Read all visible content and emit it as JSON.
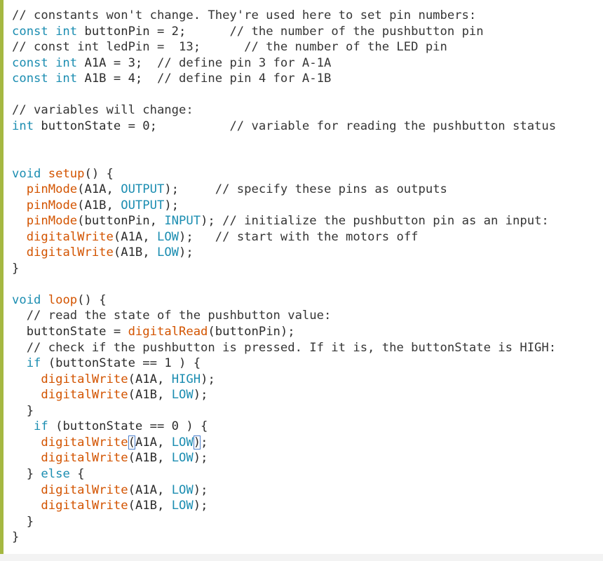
{
  "editor": {
    "colors": {
      "gutter": "#a5b841",
      "keyword": "#1b8db1",
      "function": "#d35400",
      "constant": "#1b8db1",
      "comment": "#353535",
      "text": "#2b2b2b",
      "bracket_highlight": "#4c7fcc"
    },
    "lines": [
      [
        {
          "t": "// constants won't change. They're used here to set pin numbers:",
          "c": "cm"
        }
      ],
      [
        {
          "t": "const int",
          "c": "kw"
        },
        {
          "t": " buttonPin = 2;      ",
          "c": "plain"
        },
        {
          "t": "// the number of the pushbutton pin",
          "c": "cm"
        }
      ],
      [
        {
          "t": "// const int ledPin =  13;      // the number of the LED pin",
          "c": "cm"
        }
      ],
      [
        {
          "t": "const int",
          "c": "kw"
        },
        {
          "t": " A1A = 3;  ",
          "c": "plain"
        },
        {
          "t": "// define pin 3 for A-1A",
          "c": "cm"
        }
      ],
      [
        {
          "t": "const int",
          "c": "kw"
        },
        {
          "t": " A1B = 4;  ",
          "c": "plain"
        },
        {
          "t": "// define pin 4 for A-1B",
          "c": "cm"
        }
      ],
      [],
      [
        {
          "t": "// variables will change:",
          "c": "cm"
        }
      ],
      [
        {
          "t": "int",
          "c": "kw"
        },
        {
          "t": " buttonState = 0;          ",
          "c": "plain"
        },
        {
          "t": "// variable for reading the pushbutton status",
          "c": "cm"
        }
      ],
      [],
      [],
      [
        {
          "t": "void",
          "c": "kw"
        },
        {
          "t": " ",
          "c": "plain"
        },
        {
          "t": "setup",
          "c": "fn"
        },
        {
          "t": "() {",
          "c": "plain"
        }
      ],
      [
        {
          "t": "  ",
          "c": "plain"
        },
        {
          "t": "pinMode",
          "c": "fn"
        },
        {
          "t": "(A1A, ",
          "c": "plain"
        },
        {
          "t": "OUTPUT",
          "c": "cst"
        },
        {
          "t": ");     ",
          "c": "plain"
        },
        {
          "t": "// specify these pins as outputs",
          "c": "cm"
        }
      ],
      [
        {
          "t": "  ",
          "c": "plain"
        },
        {
          "t": "pinMode",
          "c": "fn"
        },
        {
          "t": "(A1B, ",
          "c": "plain"
        },
        {
          "t": "OUTPUT",
          "c": "cst"
        },
        {
          "t": ");",
          "c": "plain"
        }
      ],
      [
        {
          "t": "  ",
          "c": "plain"
        },
        {
          "t": "pinMode",
          "c": "fn"
        },
        {
          "t": "(buttonPin, ",
          "c": "plain"
        },
        {
          "t": "INPUT",
          "c": "cst"
        },
        {
          "t": "); ",
          "c": "plain"
        },
        {
          "t": "// initialize the pushbutton pin as an input:",
          "c": "cm"
        }
      ],
      [
        {
          "t": "  ",
          "c": "plain"
        },
        {
          "t": "digitalWrite",
          "c": "fn"
        },
        {
          "t": "(A1A, ",
          "c": "plain"
        },
        {
          "t": "LOW",
          "c": "cst"
        },
        {
          "t": ");   ",
          "c": "plain"
        },
        {
          "t": "// start with the motors off",
          "c": "cm"
        }
      ],
      [
        {
          "t": "  ",
          "c": "plain"
        },
        {
          "t": "digitalWrite",
          "c": "fn"
        },
        {
          "t": "(A1B, ",
          "c": "plain"
        },
        {
          "t": "LOW",
          "c": "cst"
        },
        {
          "t": ");",
          "c": "plain"
        }
      ],
      [
        {
          "t": "}",
          "c": "plain"
        }
      ],
      [],
      [
        {
          "t": "void",
          "c": "kw"
        },
        {
          "t": " ",
          "c": "plain"
        },
        {
          "t": "loop",
          "c": "fn"
        },
        {
          "t": "() {",
          "c": "plain"
        }
      ],
      [
        {
          "t": "  ",
          "c": "plain"
        },
        {
          "t": "// read the state of the pushbutton value:",
          "c": "cm"
        }
      ],
      [
        {
          "t": "  buttonState = ",
          "c": "plain"
        },
        {
          "t": "digitalRead",
          "c": "fn"
        },
        {
          "t": "(buttonPin);",
          "c": "plain"
        }
      ],
      [
        {
          "t": "  ",
          "c": "plain"
        },
        {
          "t": "// check if the pushbutton is pressed. If it is, the buttonState is HIGH:",
          "c": "cm"
        }
      ],
      [
        {
          "t": "  ",
          "c": "plain"
        },
        {
          "t": "if",
          "c": "kw"
        },
        {
          "t": " (buttonState == 1 ) {",
          "c": "plain"
        }
      ],
      [
        {
          "t": "    ",
          "c": "plain"
        },
        {
          "t": "digitalWrite",
          "c": "fn"
        },
        {
          "t": "(A1A, ",
          "c": "plain"
        },
        {
          "t": "HIGH",
          "c": "cst"
        },
        {
          "t": ");",
          "c": "plain"
        }
      ],
      [
        {
          "t": "    ",
          "c": "plain"
        },
        {
          "t": "digitalWrite",
          "c": "fn"
        },
        {
          "t": "(A1B, ",
          "c": "plain"
        },
        {
          "t": "LOW",
          "c": "cst"
        },
        {
          "t": ");",
          "c": "plain"
        }
      ],
      [
        {
          "t": "  }",
          "c": "plain"
        }
      ],
      [
        {
          "t": "   ",
          "c": "plain"
        },
        {
          "t": "if",
          "c": "kw"
        },
        {
          "t": " (buttonState == 0 ) {",
          "c": "plain"
        }
      ],
      [
        {
          "t": "    ",
          "c": "plain"
        },
        {
          "t": "digitalWrite",
          "c": "fn"
        },
        {
          "t": "(",
          "c": "plain",
          "m": 1
        },
        {
          "t": "A1A, ",
          "c": "plain"
        },
        {
          "t": "LOW",
          "c": "cst"
        },
        {
          "t": ")",
          "c": "plain",
          "m": 1
        },
        {
          "t": ";",
          "c": "plain"
        }
      ],
      [
        {
          "t": "    ",
          "c": "plain"
        },
        {
          "t": "digitalWrite",
          "c": "fn"
        },
        {
          "t": "(A1B, ",
          "c": "plain"
        },
        {
          "t": "LOW",
          "c": "cst"
        },
        {
          "t": ");",
          "c": "plain"
        }
      ],
      [
        {
          "t": "  } ",
          "c": "plain"
        },
        {
          "t": "else",
          "c": "kw"
        },
        {
          "t": " {",
          "c": "plain"
        }
      ],
      [
        {
          "t": "    ",
          "c": "plain"
        },
        {
          "t": "digitalWrite",
          "c": "fn"
        },
        {
          "t": "(A1A, ",
          "c": "plain"
        },
        {
          "t": "LOW",
          "c": "cst"
        },
        {
          "t": ");",
          "c": "plain"
        }
      ],
      [
        {
          "t": "    ",
          "c": "plain"
        },
        {
          "t": "digitalWrite",
          "c": "fn"
        },
        {
          "t": "(A1B, ",
          "c": "plain"
        },
        {
          "t": "LOW",
          "c": "cst"
        },
        {
          "t": ");",
          "c": "plain"
        }
      ],
      [
        {
          "t": "  }",
          "c": "plain"
        }
      ],
      [
        {
          "t": "}",
          "c": "plain"
        }
      ]
    ]
  }
}
